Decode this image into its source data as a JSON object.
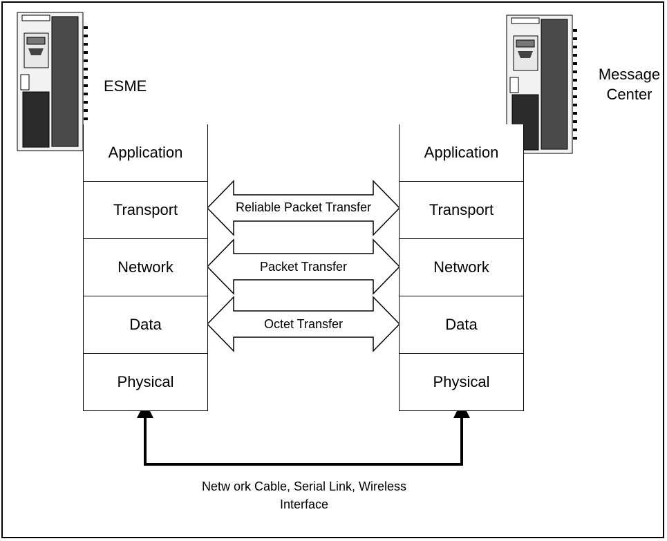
{
  "left_node": {
    "label": "ESME",
    "server_icon": "server-tower-icon"
  },
  "right_node": {
    "label_line1": "Message",
    "label_line2": "Center",
    "server_icon": "server-tower-icon"
  },
  "layers": [
    "Application",
    "Transport",
    "Network",
    "Data",
    "Physical"
  ],
  "links": [
    {
      "label": "Reliable Packet Transfer"
    },
    {
      "label": "Packet Transfer"
    },
    {
      "label": "Octet Transfer"
    }
  ],
  "physical_link": {
    "line1": "Netw ork Cable, Serial Link, Wireless",
    "line2": "Interface"
  }
}
